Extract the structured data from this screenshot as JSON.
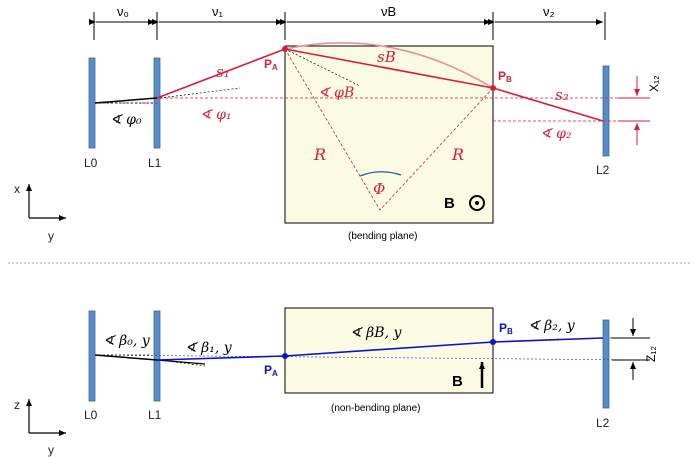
{
  "top_dims": {
    "v0": "ν₀",
    "v1": "ν₁",
    "vB": "νB",
    "v2": "ν₂"
  },
  "lenses": {
    "l0": "L0",
    "l1": "L1",
    "l2": "L2"
  },
  "top": {
    "s1": "s₁",
    "sB": "sB",
    "s2": "s₂",
    "pa": "P",
    "pa_sub": "A",
    "pb": "P",
    "pb_sub": "B",
    "phi0": "∢ φ₀",
    "phi1": "∢ φ₁",
    "phiB": "∢ φB",
    "phi2": "∢ φ₂",
    "R_left": "R",
    "R_right": "R",
    "Phi": "Φ",
    "B": "B",
    "B_symbol": "⊙",
    "caption": "(bending plane)",
    "x12": "X₁₂",
    "axis_x": "x",
    "axis_y": "y"
  },
  "bottom": {
    "beta0": "∢ β₀, y",
    "beta1": "∢ β₁, y",
    "betaB": "∢ βB, y",
    "beta2": "∢ β₂, y",
    "pa": "P",
    "pa_sub": "A",
    "pb": "P",
    "pb_sub": "B",
    "B": "B",
    "caption": "(non-bending plane)",
    "z12": "Z₁₂",
    "axis_z": "z",
    "axis_y": "y"
  },
  "colors": {
    "red": "#d6203a",
    "lightred": "#e8909a",
    "blue": "#1010cc",
    "lens": "#5b8bc7",
    "magnet": "#fbfbe3",
    "arc": "#1f5f9f"
  }
}
